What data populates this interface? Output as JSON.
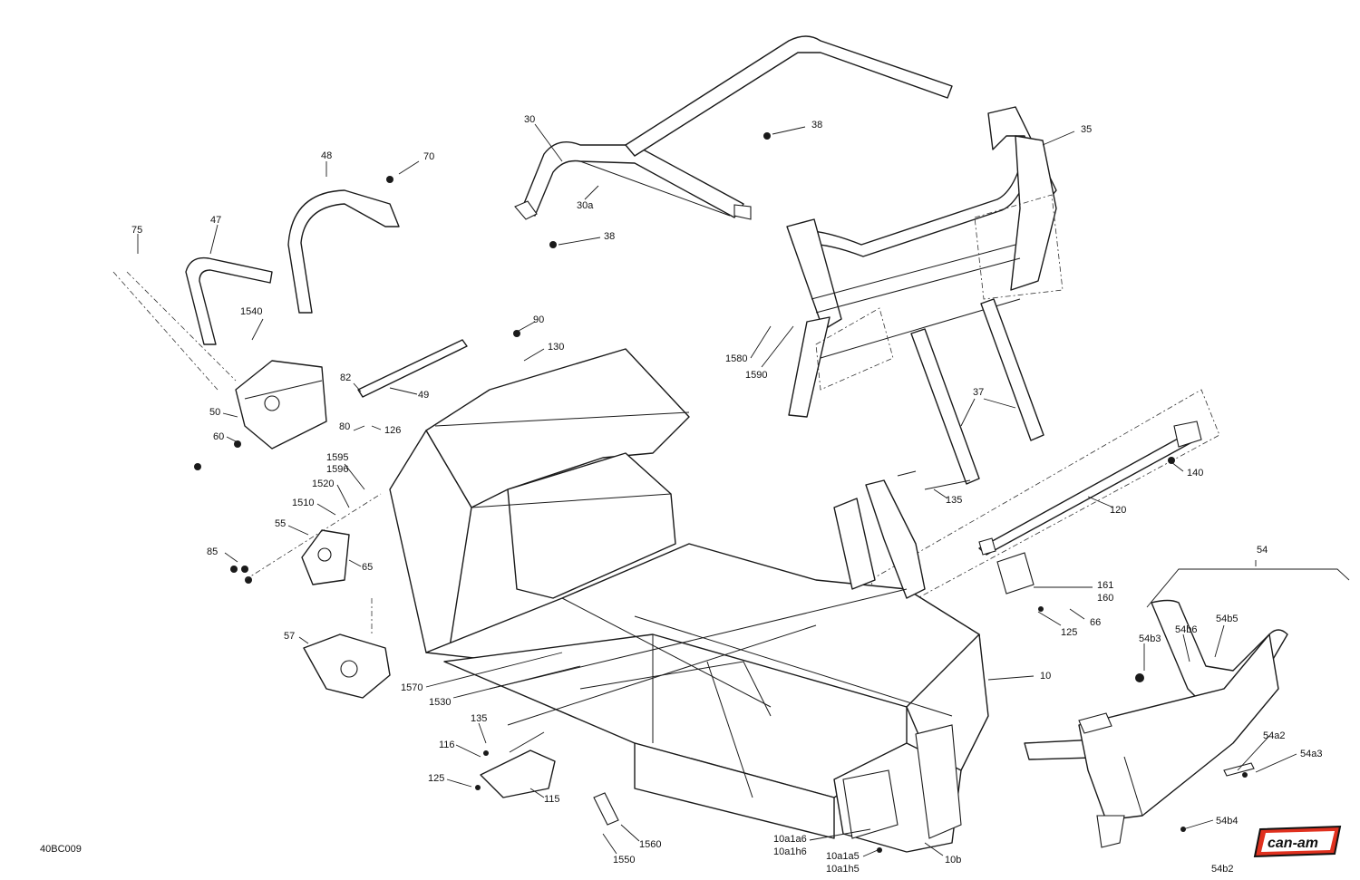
{
  "diagram_code": "40BC009",
  "brand": {
    "name": "can-am",
    "colors": {
      "badge": "#e0311f",
      "badge_text": "#111111",
      "border": "#111111"
    }
  },
  "labels": {
    "l30": "30",
    "l30a": "30a",
    "l38a": "38",
    "l38b": "38",
    "l35": "35",
    "l48": "48",
    "l70": "70",
    "l47": "47",
    "l75": "75",
    "l1540": "1540",
    "l90": "90",
    "l130": "130",
    "l82": "82",
    "l49": "49",
    "l80": "80",
    "l126": "126",
    "l50": "50",
    "l60": "60",
    "l1580": "1580",
    "l1590": "1590",
    "l37": "37",
    "l140": "140",
    "l120": "120",
    "l135a": "135",
    "l1595": "1595",
    "l1596": "1596",
    "l1520": "1520",
    "l1510": "1510",
    "l55": "55",
    "l85": "85",
    "l65": "65",
    "l54": "54",
    "l161": "161",
    "l160": "160",
    "l125a": "125",
    "l66": "66",
    "l57": "57",
    "l54b3": "54b3",
    "l54b6": "54b6",
    "l54b5": "54b5",
    "l10": "10",
    "l1570": "1570",
    "l1530": "1530",
    "l135b": "135",
    "l116": "116",
    "l125b": "125",
    "l115": "115",
    "l54a2": "54a2",
    "l54a3": "54a3",
    "l54b4": "54b4",
    "l1560": "1560",
    "l1550": "1550",
    "l10a1a6": "10a1a6",
    "l10a1h6": "10a1h6",
    "l10a1a5": "10a1a5",
    "l10a1h5": "10a1h5",
    "l10b": "10b",
    "l54b2": "54b2"
  }
}
